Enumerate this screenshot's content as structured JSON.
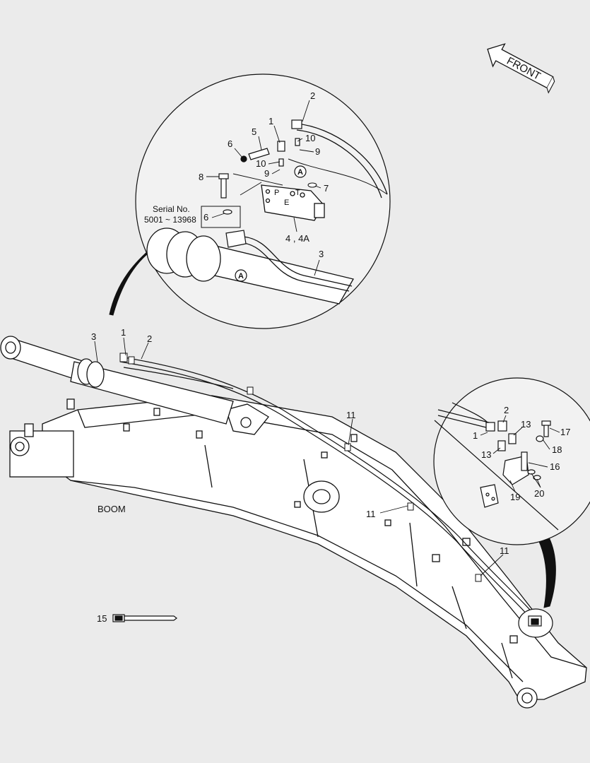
{
  "front_label": "FRONT",
  "boom_label": "BOOM",
  "serial": {
    "line1": "Serial No.",
    "line2": "5001 ~ 13968"
  },
  "port_labels": {
    "p": "P",
    "t": "T",
    "e": "E"
  },
  "detail_marker": "A",
  "callouts": {
    "upper_detail": [
      "2",
      "1",
      "5",
      "10",
      "9",
      "6",
      "10",
      "9",
      "8",
      "7",
      "6",
      "4 , 4A",
      "3"
    ],
    "main": [
      "3",
      "1",
      "2",
      "11",
      "11",
      "11",
      "15"
    ],
    "right_detail": [
      "2",
      "13",
      "17",
      "1",
      "13",
      "18",
      "16",
      "19",
      "20"
    ]
  },
  "colors": {
    "background": "#ebebeb",
    "line": "#111111",
    "part_fill": "#ffffff"
  }
}
